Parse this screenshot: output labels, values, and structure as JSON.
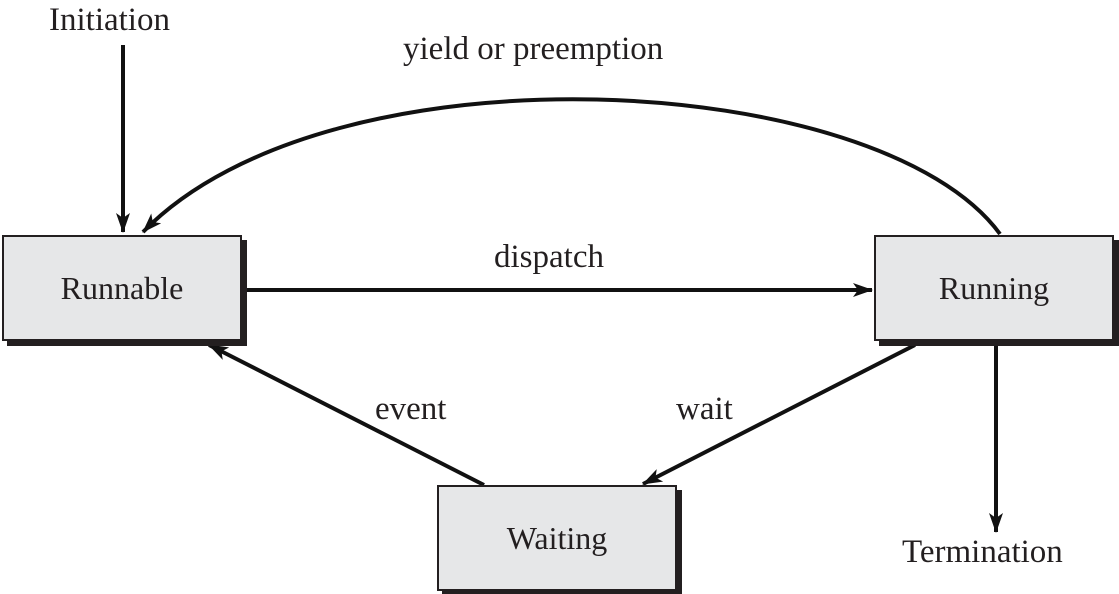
{
  "diagram": {
    "type": "state-transition",
    "colors": {
      "box_fill": "#e6e7e8",
      "stroke": "#231f20",
      "background": "#ffffff"
    },
    "states": {
      "runnable": {
        "label": "Runnable"
      },
      "running": {
        "label": "Running"
      },
      "waiting": {
        "label": "Waiting"
      }
    },
    "terminals": {
      "initiation": {
        "label": "Initiation"
      },
      "termination": {
        "label": "Termination"
      }
    },
    "transitions": {
      "yield": {
        "label": "yield or preemption",
        "from": "Running",
        "to": "Runnable"
      },
      "dispatch": {
        "label": "dispatch",
        "from": "Runnable",
        "to": "Running"
      },
      "event": {
        "label": "event",
        "from": "Waiting",
        "to": "Runnable"
      },
      "wait": {
        "label": "wait",
        "from": "Running",
        "to": "Waiting"
      },
      "init": {
        "label": "",
        "from": "Initiation",
        "to": "Runnable"
      },
      "term": {
        "label": "",
        "from": "Running",
        "to": "Termination"
      }
    }
  }
}
